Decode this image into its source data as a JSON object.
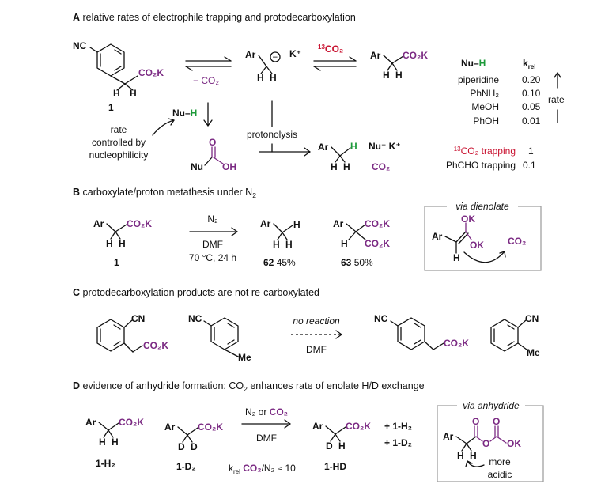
{
  "colors": {
    "purple": "#7b2a83",
    "red": "#c8102e",
    "green": "#1d9a3a"
  },
  "sections": {
    "A": {
      "letter": "A",
      "title": "relative rates of electrophile trapping and protodecarboxylation"
    },
    "B": {
      "letter": "B",
      "title_pre": "carboxylate/proton metathesis under N",
      "title_sub": "2"
    },
    "C": {
      "letter": "C",
      "title": "protodecarboxylation products are not re-carboxylated"
    },
    "D": {
      "letter": "D",
      "title_pre": "evidence of anhydride formation: CO",
      "title_sub": "2",
      "title_post": " enhances rate of enolate H/D exchange"
    }
  },
  "atoms": {
    "NC": "NC",
    "CN": "CN",
    "Ar": "Ar",
    "H": "H",
    "D": "D",
    "O": "O",
    "OH": "OH",
    "OK": "OK",
    "Me": "Me",
    "Nu": "Nu",
    "CO2K": "CO₂K",
    "CO2": "CO₂",
    "K_plus": "K⁺",
    "minus_sign": "−",
    "Nu_K": "Nu⁻ K⁺"
  },
  "schemeA": {
    "compound1": "1",
    "minus_co2": "− CO₂",
    "iso_co2_sup": "13",
    "iso_co2": "CO₂",
    "nu_h_nu": "Nu–",
    "nu_h_h": "H",
    "rate_note": [
      "rate",
      "controlled by",
      "nucleophilicity"
    ],
    "protonolysis": "protonolysis",
    "rate_table": {
      "header_nu": "Nu–",
      "header_h": "H",
      "header_k": "k",
      "header_k_sub": "rel",
      "rows": [
        {
          "nu": "piperidine",
          "k": "0.20"
        },
        {
          "nu": "PhNH₂",
          "k": "0.10"
        },
        {
          "nu": "MeOH",
          "k": "0.05"
        },
        {
          "nu": "PhOH",
          "k": "0.01"
        }
      ],
      "rate_label": "rate",
      "trap1_sup": "13",
      "trap1_label": "CO₂ trapping",
      "trap1_value": "1",
      "trap2_label": "PhCHO trapping",
      "trap2_value": "0.1"
    }
  },
  "schemeB": {
    "reagent": "N₂",
    "solvent": "DMF",
    "conditions": "70 °C, 24 h",
    "compound1": "1",
    "product62": "62",
    "yield62": "45%",
    "product63": "63",
    "yield63": "50%",
    "box_title": "via dienolate"
  },
  "schemeC": {
    "arrow_label": "no reaction",
    "solvent": "DMF"
  },
  "schemeD": {
    "reagent_a": "N₂ or ",
    "reagent_b": "CO₂",
    "solvent": "DMF",
    "krel_pre": "k",
    "krel_sub": "rel",
    "krel_co2": "CO₂",
    "krel_post": "/N₂ ≈ 10",
    "label_1H2": "1-H₂",
    "label_1D2": "1-D₂",
    "label_1HD": "1-HD",
    "plus_1H2": "+ 1-H₂",
    "plus_1D2": "+ 1-D₂",
    "box_title": "via anhydride",
    "more_acidic": [
      "more",
      "acidic"
    ]
  }
}
